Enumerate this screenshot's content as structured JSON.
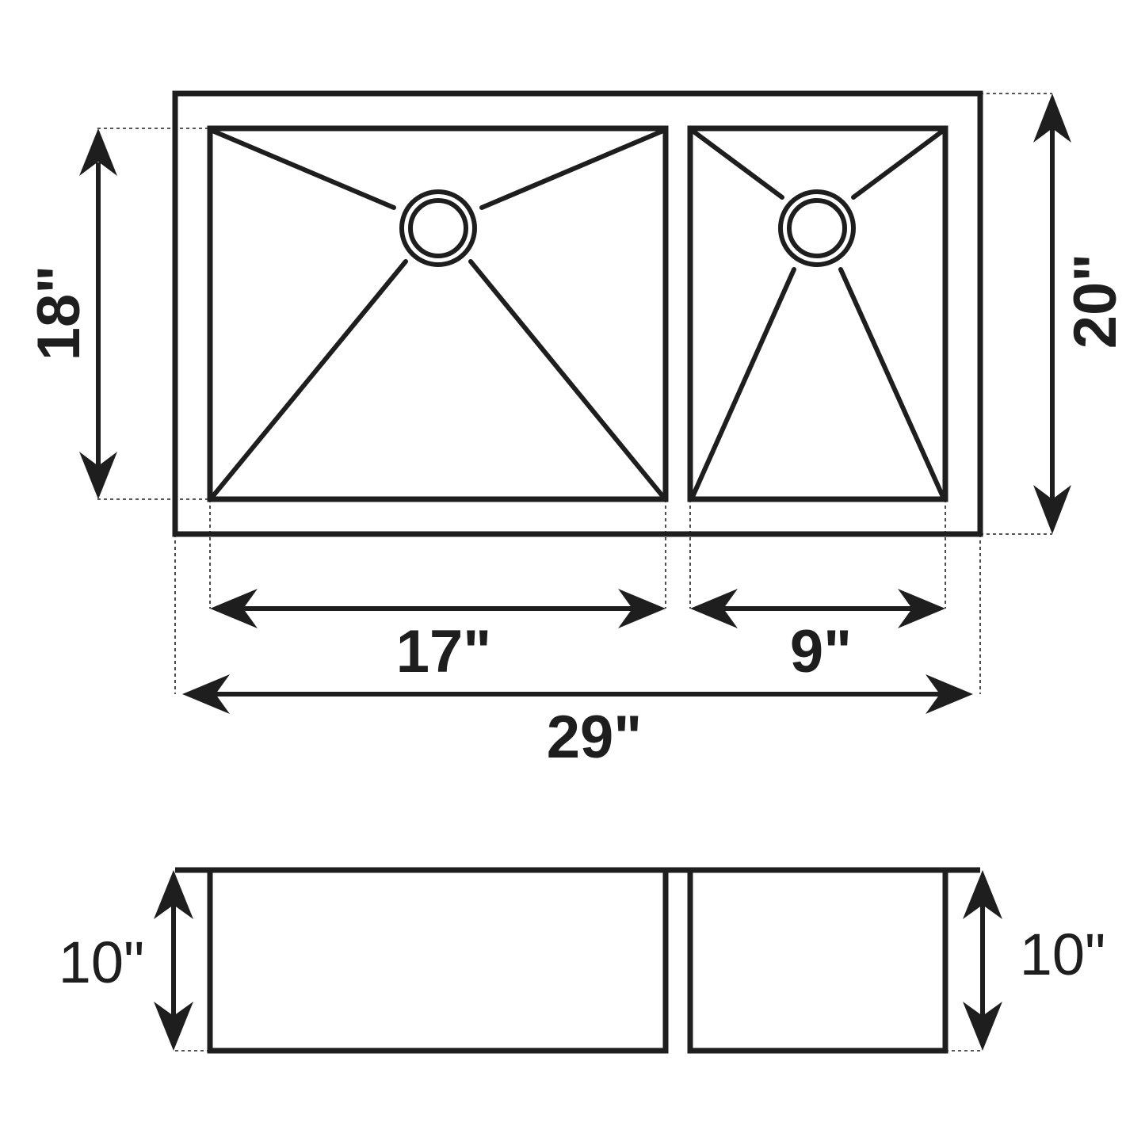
{
  "colors": {
    "ink": "#1e1e1e",
    "background": "#ffffff"
  },
  "labels": {
    "left_bowl_depth_top": "18\"",
    "total_depth_top": "20\"",
    "left_bowl_width": "17\"",
    "right_bowl_width": "9\"",
    "total_width": "29\"",
    "left_height": "10\"",
    "right_height": "10\""
  }
}
